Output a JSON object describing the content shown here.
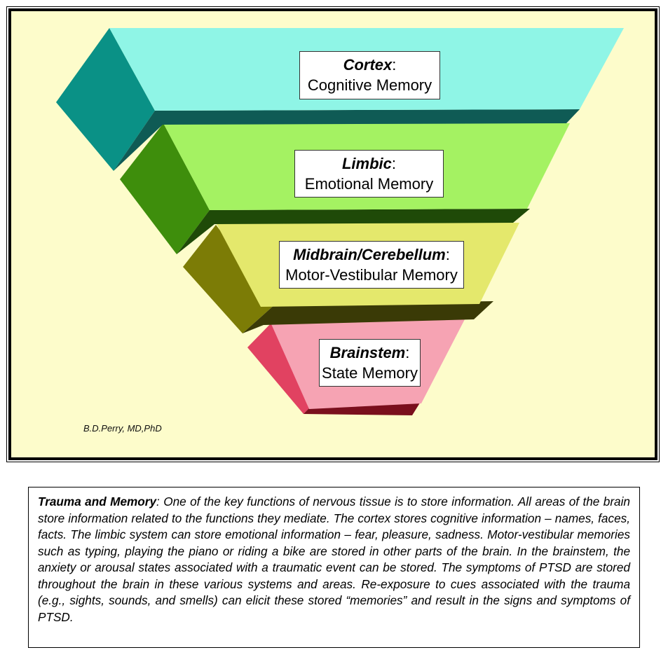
{
  "diagram": {
    "layers": [
      {
        "title": "Cortex",
        "colon": ":",
        "subtitle": "Cognitive Memory"
      },
      {
        "title": "Limbic",
        "colon": ":",
        "subtitle": "Emotional Memory"
      },
      {
        "title": "Midbrain/Cerebellum",
        "colon": ":",
        "subtitle": "Motor-Vestibular Memory"
      },
      {
        "title": "Brainstem",
        "colon": ":",
        "subtitle": "State Memory"
      }
    ],
    "colors": {
      "background": "#fdfccb",
      "cortex_front": "#8ff5e6",
      "cortex_side": "#0a9186",
      "cortex_bottom": "#0f5b55",
      "limbic_front": "#a4f262",
      "limbic_side": "#3e8e0c",
      "limbic_bottom": "#1f4a08",
      "midbrain_front": "#e4e86c",
      "midbrain_side": "#7c7c06",
      "midbrain_bottom": "#3a3a06",
      "brainstem_front": "#f6a3b3",
      "brainstem_side": "#e14261",
      "brainstem_bottom": "#7a0f1d"
    },
    "credit": "B.D.Perry, MD,PhD"
  },
  "caption": {
    "title": "Trauma and Memory",
    "body": ": One of the key functions of nervous tissue is to store information.  All areas of the brain store information related to the functions they mediate.  The cortex stores cognitive information – names, faces, facts.  The limbic system can store emotional information – fear, pleasure, sadness.  Motor-vestibular memories such as typing, playing the piano or riding a bike are stored in other parts of the brain.  In the brainstem, the anxiety or arousal states associated with a traumatic event can be stored. The symptoms of PTSD are stored throughout the brain in these various systems and areas.  Re-exposure to cues associated with the trauma (e.g., sights, sounds, and smells) can elicit these stored “memories” and result in the signs and symptoms of PTSD."
  }
}
